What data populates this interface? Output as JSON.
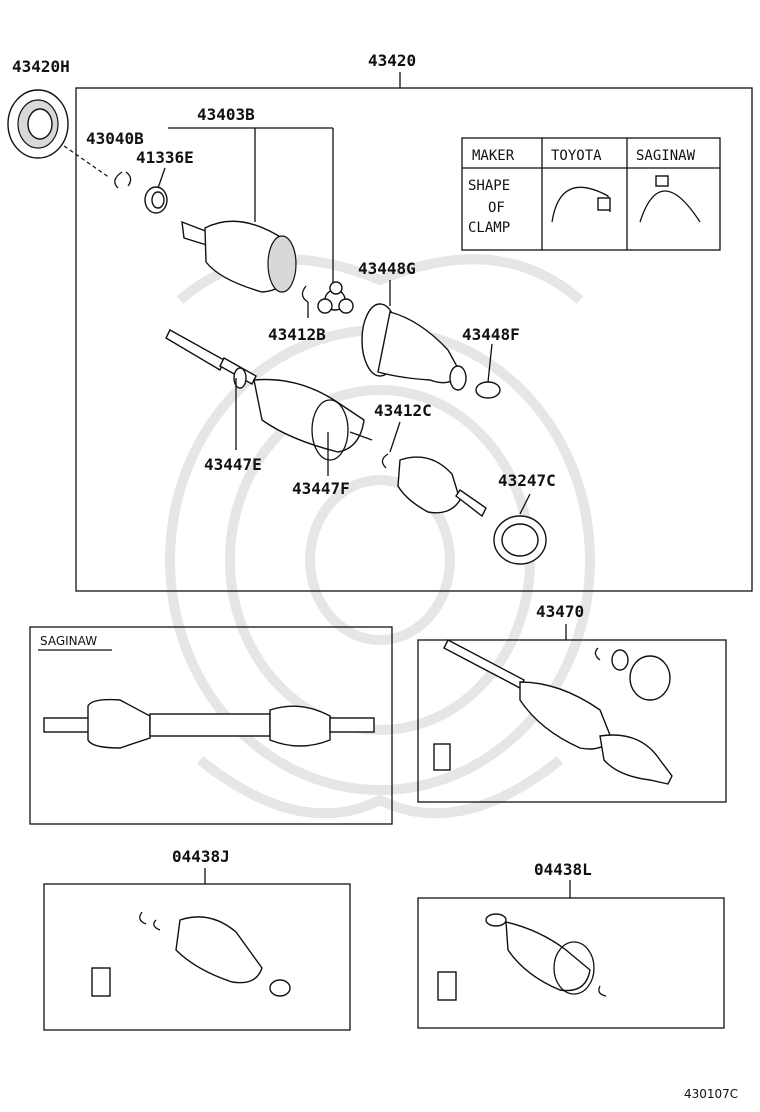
{
  "labels": {
    "p43420H": "43420H",
    "p43420": "43420",
    "p43403B": "43403B",
    "p43040B": "43040B",
    "p41336E": "41336E",
    "p43448G": "43448G",
    "p43412B": "43412B",
    "p43448F": "43448F",
    "p43412C": "43412C",
    "p43447E": "43447E",
    "p43447F": "43447F",
    "p43247C": "43247C",
    "p43470": "43470",
    "p04438J": "04438J",
    "p04438L": "04438L",
    "saginaw_box": "SAGINAW",
    "footer_code": "430107C"
  },
  "clamp_table": {
    "maker_header": "MAKER",
    "toyota_header": "TOYOTA",
    "saginaw_header": "SAGINAW",
    "shape_line1": "SHAPE",
    "shape_line2": "OF",
    "shape_line3": "CLAMP"
  }
}
